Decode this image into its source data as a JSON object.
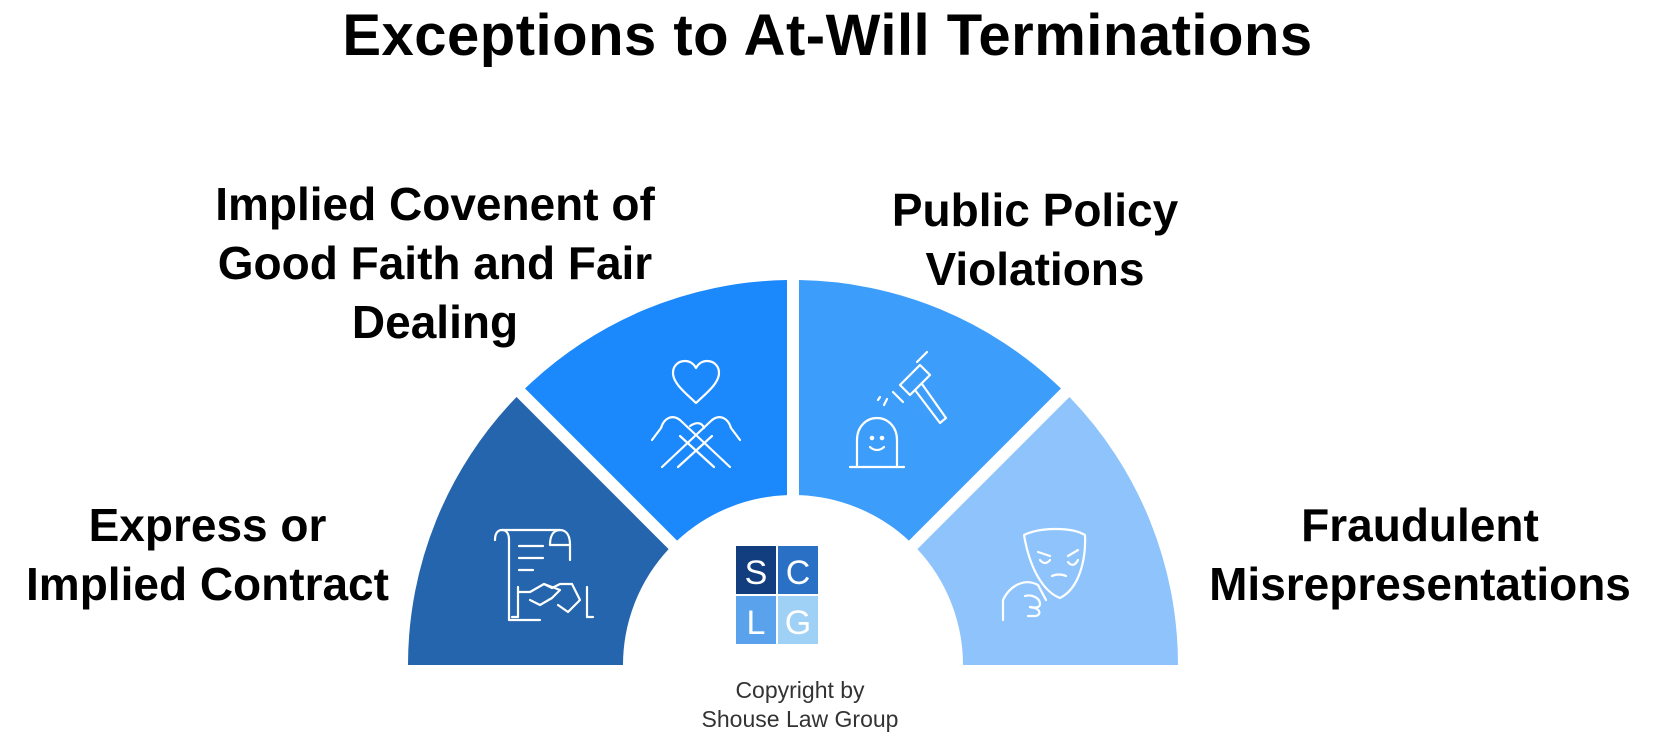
{
  "title": "Exceptions to At-Will Terminations",
  "segments": [
    {
      "id": "contract",
      "lines": [
        "Express or",
        "Implied Contract"
      ],
      "color": "#2565ad",
      "icon": "contract-handshake-icon"
    },
    {
      "id": "covenant",
      "lines": [
        "Implied Covenent of",
        "Good Faith and Fair",
        "Dealing"
      ],
      "color": "#1b88fb",
      "icon": "hands-heart-icon"
    },
    {
      "id": "policy",
      "lines": [
        "Public Policy",
        "Violations"
      ],
      "color": "#3d9dfb",
      "icon": "gavel-icon"
    },
    {
      "id": "fraud",
      "lines": [
        "Fraudulent",
        "Misrepresentations"
      ],
      "color": "#8ec4fb",
      "icon": "theater-mask-icon"
    }
  ],
  "logo": {
    "letters": [
      "S",
      "C",
      "L",
      "G"
    ],
    "colors": [
      "#123e7f",
      "#2a70c4",
      "#5aa3ec",
      "#9fd0f6"
    ]
  },
  "copyright": [
    "Copyright by",
    "Shouse Law Group"
  ]
}
